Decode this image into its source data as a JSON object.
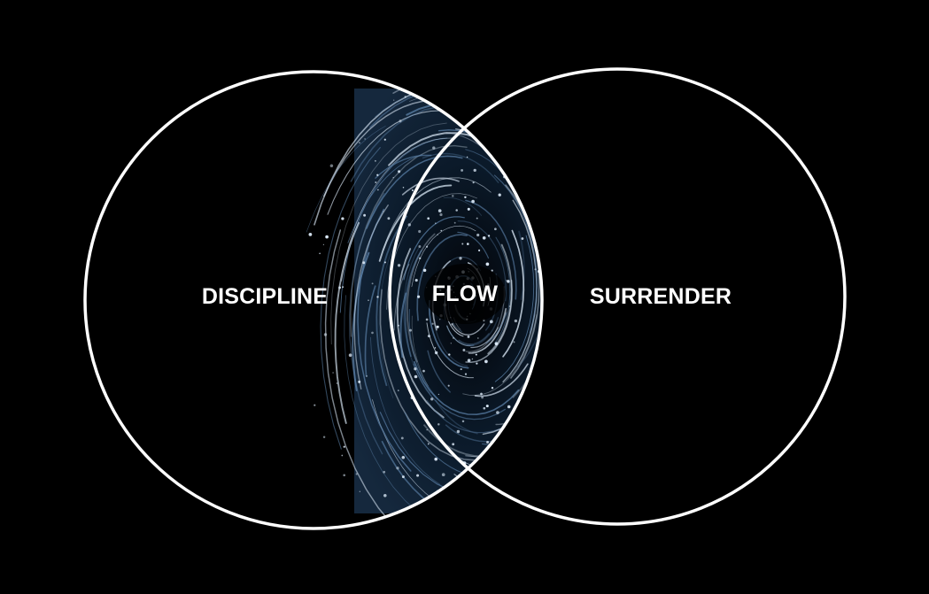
{
  "diagram": {
    "type": "venn",
    "background_color": "#000000",
    "outline_color": "#ffffff",
    "label_color": "#ffffff",
    "intersection_fill": "swirling-starfield",
    "intersection_colors": [
      "#0b1a2a",
      "#5a7fa6",
      "#dbe9f7"
    ],
    "labels": {
      "left": "DISCIPLINE",
      "intersection": "FLOW",
      "right": "SURRENDER"
    }
  }
}
